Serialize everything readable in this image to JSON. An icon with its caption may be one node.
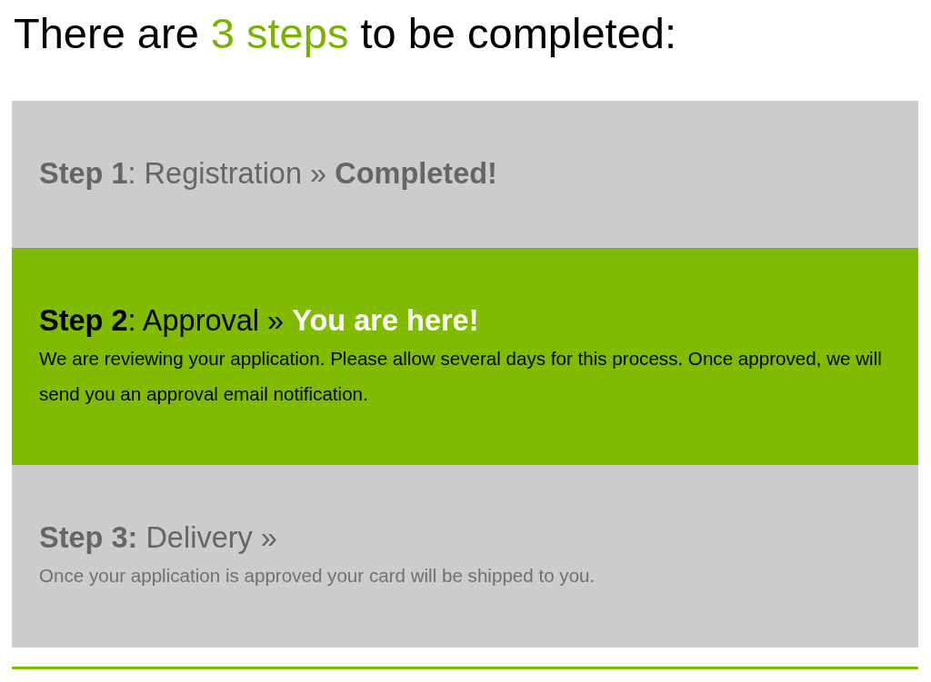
{
  "diagram": {
    "title": "There are 3 steps to be completed:",
    "nodes": [
      {
        "text": [
          "**Step 1**: Registration » **Completed!**"
        ]
      },
      {
        "text": [
          "**Step 2**: Approval » **You are here!**",
          "We are reviewing your application. Please allow several days for this process. Once approved, we will send you an approval email notification."
        ]
      },
      {
        "text": [
          "**Step 3:** Delivery »",
          "Once your application is approved your card will be shipped to you."
        ]
      }
    ]
  }
}
